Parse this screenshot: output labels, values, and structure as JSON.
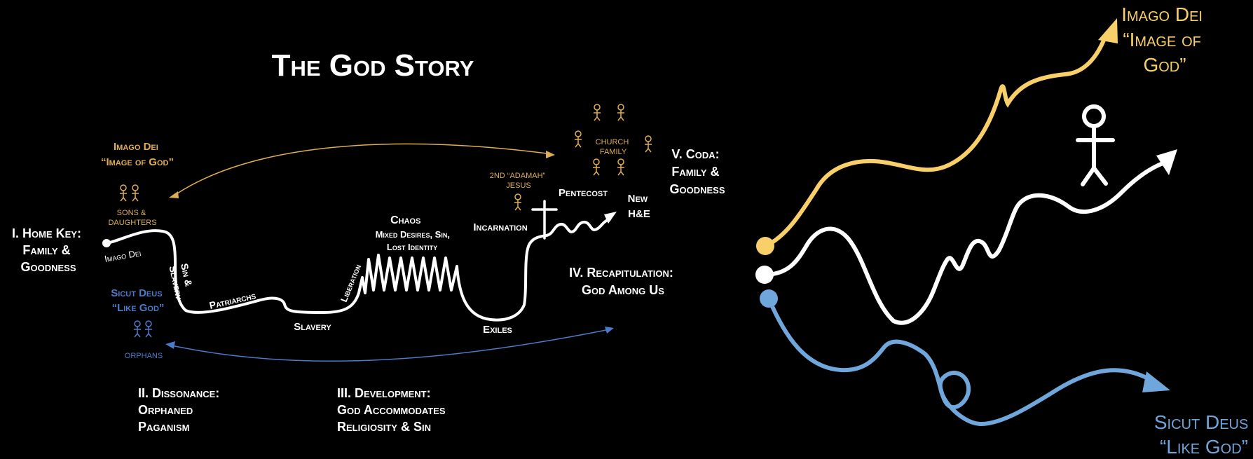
{
  "colors": {
    "background": "#000000",
    "white": "#ffffff",
    "gold": "#e0ad55",
    "blue": "#4b7bc9",
    "bright_gold": "#f8cf68",
    "light_blue": "#6fa6dc"
  },
  "title": "The God Story",
  "left_diagram": {
    "imago_dei_label": [
      "Imago Dei",
      "“Image of God”"
    ],
    "sons_daughters": [
      "SONS &",
      "DAUGHTERS"
    ],
    "home_key": [
      "I. Home Key:",
      "Family &",
      "Goodness"
    ],
    "imago_dei_path": "Imago Dei",
    "sicut_deus": [
      "Sicut Deus",
      "“Like God”"
    ],
    "orphans": "ORPHANS",
    "sin_slavery": [
      "Sin &",
      "Slavery"
    ],
    "patriarchs": "Patriarchs",
    "slavery": "Slavery",
    "liberation": "Liberation",
    "chaos": [
      "Chaos",
      "Mixed Desires, Sin,",
      "Lost Identity"
    ],
    "exiles": "Exiles",
    "incarnation": "Incarnation",
    "second_adamah": [
      "2ND “ADAMAH”",
      "JESUS"
    ],
    "pentecost": "Pentecost",
    "new_he": [
      "New",
      "H&E"
    ],
    "church_family": [
      "CHURCH",
      "FAMILY"
    ],
    "coda": [
      "V. Coda:",
      "Family &",
      "Goodness"
    ],
    "recapitulation": [
      "IV. Recapitulation:",
      "God Among Us"
    ],
    "dissonance": [
      "II. Dissonance:",
      "Orphaned",
      "Paganism"
    ],
    "development": [
      "III. Development:",
      "God Accommodates",
      "Religiosity & Sin"
    ]
  },
  "right_diagram": {
    "top_label": [
      "Imago Dei",
      "“Image of",
      "God”"
    ],
    "bottom_label": [
      "Sicut Deus",
      "“Like God”"
    ]
  },
  "icons": [
    "stick-figure-icon",
    "cross-icon",
    "arrowhead-icon",
    "start-dot-icon"
  ]
}
